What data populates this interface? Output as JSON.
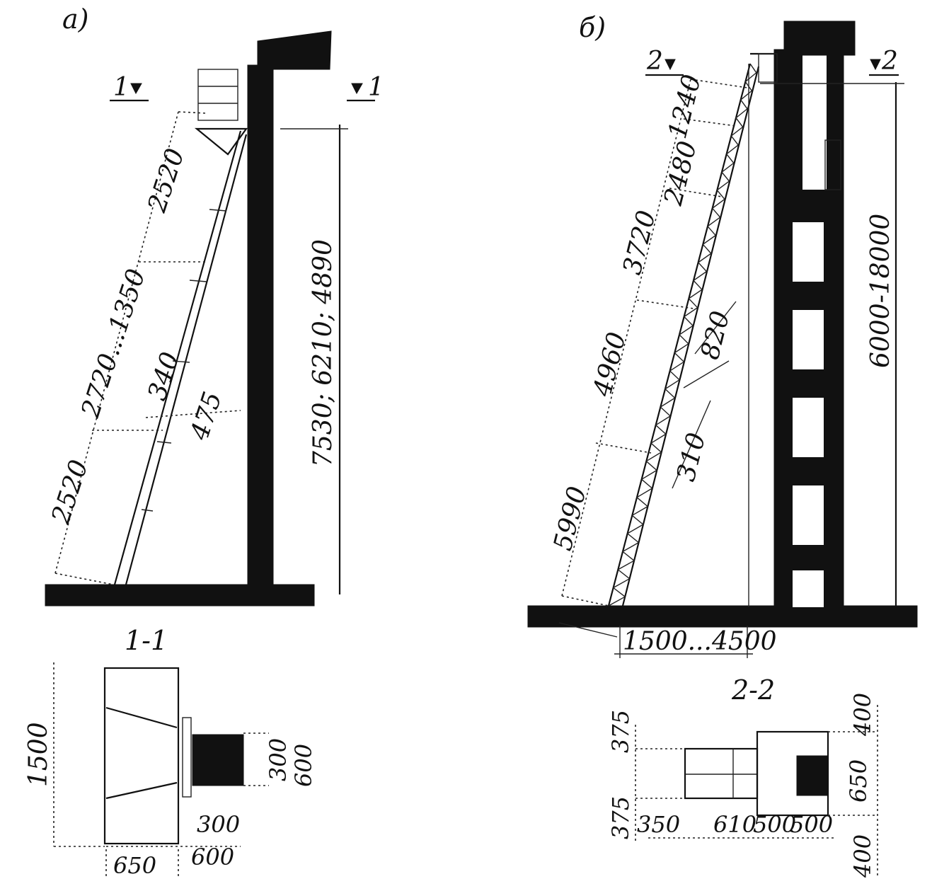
{
  "panel_a": {
    "label": "а)",
    "section_mark_left": "1",
    "section_mark_right": "1",
    "dim_top": "2520",
    "dim_middle": "2720...1350",
    "dim_bottom": "2520",
    "dim_340": "340",
    "dim_475": "475",
    "dim_height": "7530; 6210; 4890"
  },
  "section_1_1": {
    "title": "1-1",
    "dim_1500": "1500",
    "dim_300_v": "300",
    "dim_600_v": "600",
    "dim_300_h": "300",
    "dim_600_h": "600",
    "dim_650": "650"
  },
  "panel_b": {
    "label": "б)",
    "section_mark_left": "2",
    "section_mark_right": "2",
    "dim_2480": "2480",
    "dim_1240": "1240",
    "dim_3720": "3720",
    "dim_4960": "4960",
    "dim_5990": "5990",
    "dim_820": "820",
    "dim_310": "310",
    "dim_height": "6000-18000",
    "dim_base": "1500...4500"
  },
  "section_2_2": {
    "title": "2-2",
    "dim_375_top": "375",
    "dim_375_bottom": "375",
    "dim_400_top": "400",
    "dim_400_bottom": "400",
    "dim_650": "650",
    "dim_350": "350",
    "dim_610": "610",
    "dim_500a": "500",
    "dim_500b": "500"
  },
  "colors": {
    "ink": "#111111",
    "paper": "#ffffff"
  }
}
